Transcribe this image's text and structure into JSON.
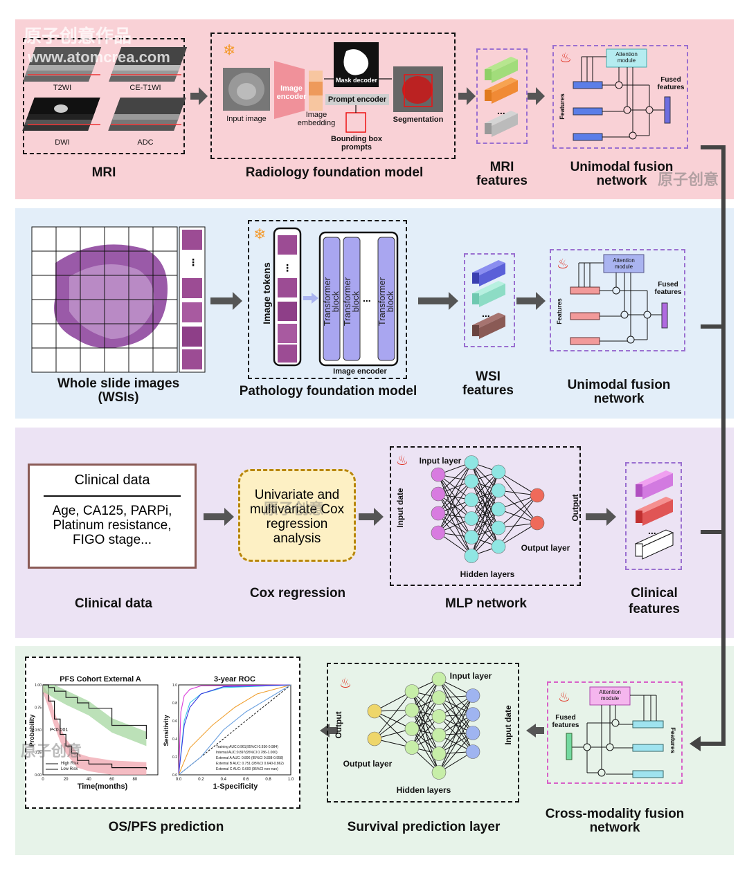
{
  "panel1": {
    "mri": {
      "t2wi": "T2WI",
      "cet1wi": "CE-T1WI",
      "dwi": "DWI",
      "adc": "ADC",
      "title": "MRI"
    },
    "foundation": {
      "input_image": "Input image",
      "image_encoder": "Image encoder",
      "image_embedding": "Image embedding",
      "mask_decoder": "Mask decoder",
      "prompt_encoder": "Prompt encoder",
      "bbox_prompts": "Bounding box prompts",
      "segmentation": "Segmentation",
      "title": "Radiology foundation model"
    },
    "features_title": "MRI features",
    "fusion": {
      "attention": "Attention module",
      "features": "Features",
      "fused": "Fused features",
      "title": "Unimodal fusion network"
    }
  },
  "panel2": {
    "wsi_title": "Whole slide images (WSIs)",
    "foundation": {
      "image_tokens": "Image tokens",
      "block": "Transformer block",
      "encoder": "Image encoder",
      "title": "Pathology foundation model"
    },
    "features_title": "WSI features",
    "fusion": {
      "attention": "Attention module",
      "features": "Features",
      "fused": "Fused features",
      "title": "Unimodal fusion network"
    }
  },
  "panel3": {
    "clinical_box": {
      "heading": "Clinical data",
      "body": "Age, CA125, PARPi, Platinum resistance, FIGO stage...",
      "title": "Clinical data"
    },
    "cox": {
      "text": "Univariate and multivariate Cox regression analysis",
      "title": "Cox regression"
    },
    "mlp": {
      "input": "Input layer",
      "input_date": "Input date",
      "output": "Output",
      "output_layer": "Output layer",
      "hidden": "Hidden layers",
      "title": "MLP network"
    },
    "features_title": "Clinical features"
  },
  "panel4": {
    "km": {
      "title": "PFS Cohort External A",
      "ylabel": "Probability",
      "xlabel": "Time(months)",
      "pval": "P<0.001",
      "high": "High Risk",
      "low": "Low Risk",
      "xticks": [
        "0",
        "20",
        "40",
        "60",
        "80"
      ],
      "yticks": [
        "0.00",
        "0.25",
        "0.50",
        "0.75",
        "1.00"
      ]
    },
    "roc": {
      "title": "3-year ROC",
      "ylabel": "Sensitivity",
      "xlabel": "1-Specificity",
      "xticks": [
        "0.0",
        "0.2",
        "0.4",
        "0.6",
        "0.8",
        "1.0"
      ],
      "yticks": [
        "0.0",
        "0.2",
        "0.4",
        "0.6",
        "0.8",
        "1.0"
      ],
      "legend": [
        "Training AUC:0.961(95%CI 0.936-0.984)",
        "Internal AUC:0.897(95%CI 0.786-1.000)",
        "External A AUC: 0.896 (95%CI 0.838-0.958)",
        "External B AUC: 0.751 (95%CI 0.640-0.862)",
        "External C AUC: 0.600 (95%CI non-nan)"
      ]
    },
    "prediction_title": "OS/PFS prediction",
    "survival": {
      "input": "Input layer",
      "input_date": "Input date",
      "output": "Output",
      "output_layer": "Output layer",
      "hidden": "Hidden layers",
      "title": "Survival prediction layer"
    },
    "cross": {
      "attention": "Attention module",
      "fused": "Fused features",
      "features": "Features",
      "title": "Cross-modality fusion network"
    }
  },
  "watermark": {
    "text1": "原子创意作品",
    "url": "www.atomcrea.com",
    "text2": "原子创意"
  },
  "colors": {
    "panel1": "#f9d1d6",
    "panel2": "#e3eef9",
    "panel3": "#ece3f4",
    "panel4": "#e7f3e9"
  },
  "chart_data": [
    {
      "type": "line",
      "title": "PFS Cohort External A",
      "xlabel": "Time(months)",
      "ylabel": "Probability",
      "xlim": [
        0,
        100
      ],
      "ylim": [
        0,
        1
      ],
      "series": [
        {
          "name": "High Risk",
          "x": [
            0,
            5,
            10,
            15,
            20,
            25,
            30,
            40,
            60,
            90
          ],
          "y": [
            1.0,
            0.82,
            0.62,
            0.45,
            0.32,
            0.24,
            0.16,
            0.12,
            0.08,
            0.06
          ]
        },
        {
          "name": "Low Risk",
          "x": [
            0,
            5,
            10,
            20,
            30,
            40,
            60,
            90
          ],
          "y": [
            1.0,
            0.97,
            0.93,
            0.86,
            0.8,
            0.74,
            0.55,
            0.4
          ]
        }
      ]
    },
    {
      "type": "line",
      "title": "3-year ROC",
      "xlabel": "1-Specificity",
      "ylabel": "Sensitivity",
      "xlim": [
        0,
        1
      ],
      "ylim": [
        0,
        1
      ],
      "series": [
        {
          "name": "Training AUC:0.961(95%CI 0.936-0.984)",
          "x": [
            0,
            0.02,
            0.05,
            0.1,
            0.2,
            1
          ],
          "y": [
            0,
            0.7,
            0.88,
            0.95,
            0.99,
            1
          ]
        },
        {
          "name": "Internal AUC:0.897(95%CI 0.786-1.000)",
          "x": [
            0,
            0.05,
            0.1,
            0.2,
            0.4,
            1
          ],
          "y": [
            0,
            0.6,
            0.8,
            0.9,
            0.97,
            1
          ]
        },
        {
          "name": "External A AUC: 0.896 (95%CI 0.838-0.958)",
          "x": [
            0,
            0.05,
            0.1,
            0.2,
            0.4,
            1
          ],
          "y": [
            0,
            0.55,
            0.75,
            0.9,
            0.98,
            1
          ]
        },
        {
          "name": "External B AUC: 0.751 (95%CI 0.640-0.862)",
          "x": [
            0,
            0.1,
            0.3,
            0.5,
            0.7,
            1
          ],
          "y": [
            0,
            0.3,
            0.55,
            0.75,
            0.9,
            1
          ]
        },
        {
          "name": "External C AUC: 0.600 (95%CI non-nan)",
          "x": [
            0,
            0.2,
            0.4,
            0.6,
            0.8,
            1
          ],
          "y": [
            0,
            0.2,
            0.5,
            0.7,
            0.85,
            1
          ]
        }
      ]
    }
  ]
}
